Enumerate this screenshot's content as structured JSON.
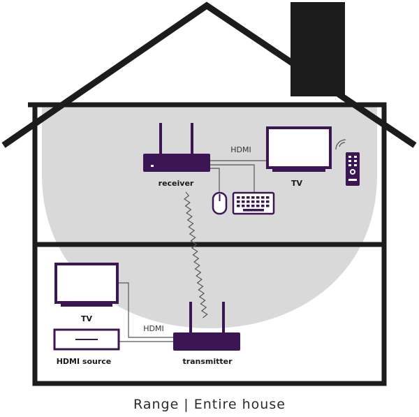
{
  "labels": {
    "receiver": "receiver",
    "tv_top": "TV",
    "hdmi_top": "HDMI",
    "tv_bottom": "TV",
    "hdmi_bottom": "HDMI",
    "hdmi_source": "HDMI source",
    "transmitter": "transmitter"
  },
  "caption": "Range | Entire house",
  "colors": {
    "outline": "#1c1c1c",
    "device": "#3b1554",
    "range": "#d9d9d9"
  },
  "icons": [
    "house-icon",
    "chimney-icon",
    "receiver-icon",
    "transmitter-icon",
    "tv-icon",
    "remote-icon",
    "mouse-icon",
    "keyboard-icon",
    "hdmi-source-icon",
    "wireless-signal-icon"
  ]
}
